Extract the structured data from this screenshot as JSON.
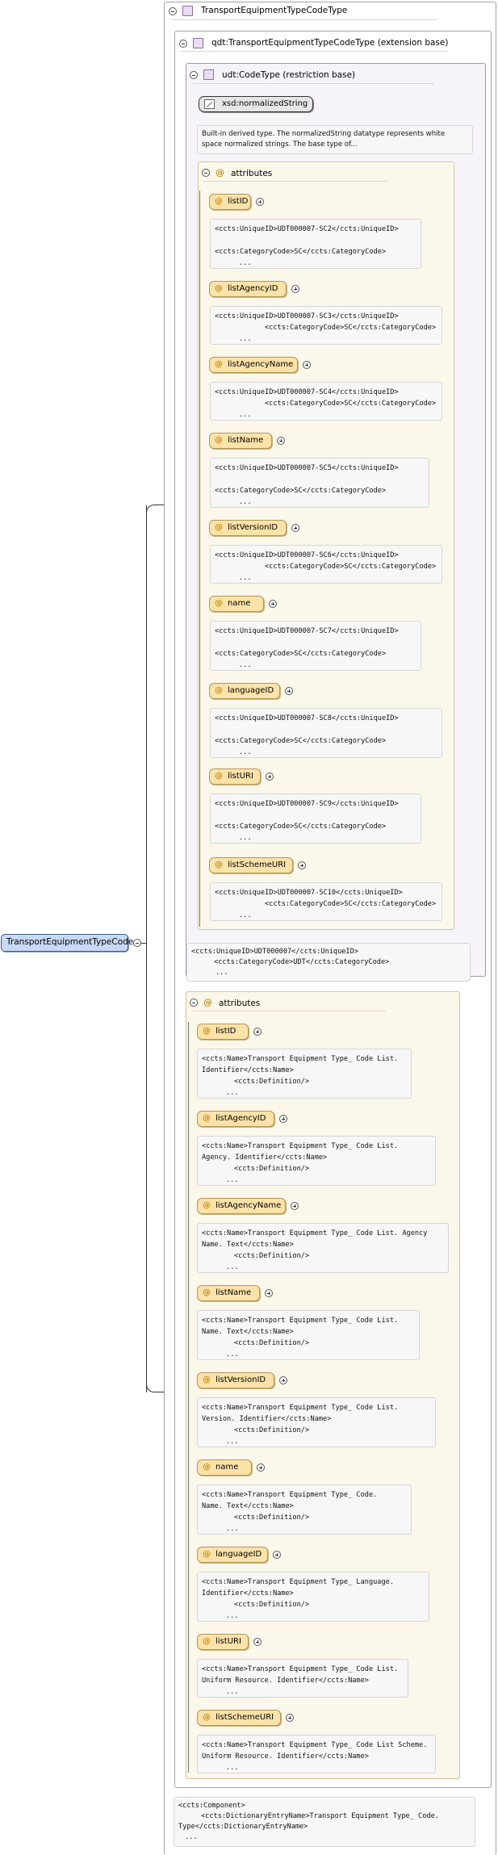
{
  "root_element": {
    "label": "TransportEquipmentTypeCodeType_element",
    "text": "TransportEquipmentTypeCode"
  },
  "complex_type": {
    "title": "TransportEquipmentTypeCodeType"
  },
  "extension": {
    "title": "qdt:TransportEquipmentTypeCodeType (extension base)"
  },
  "restriction": {
    "title": "udt:CodeType (restriction base)"
  },
  "base_type": {
    "label": "xsd:normalizedString",
    "doc": [
      "Built-in derived type. The normalizedString datatype represents white",
      "space normalized strings. The base type of..."
    ]
  },
  "inner_attributes": {
    "title": "attributes",
    "items": [
      {
        "name": "listID",
        "doc": [
          "<ccts:UniqueID>UDT000007-SC2</ccts:UniqueID>",
          "",
          "<ccts:CategoryCode>SC</ccts:CategoryCode>",
          "..."
        ]
      },
      {
        "name": "listAgencyID",
        "doc": [
          "<ccts:UniqueID>UDT000007-SC3</ccts:UniqueID>",
          "<ccts:CategoryCode>SC</ccts:CategoryCode>",
          "..."
        ]
      },
      {
        "name": "listAgencyName",
        "doc": [
          "<ccts:UniqueID>UDT000007-SC4</ccts:UniqueID>",
          "<ccts:CategoryCode>SC</ccts:CategoryCode>",
          "..."
        ]
      },
      {
        "name": "listName",
        "doc": [
          "<ccts:UniqueID>UDT000007-SC5</ccts:UniqueID>",
          "",
          "<ccts:CategoryCode>SC</ccts:CategoryCode>",
          "..."
        ]
      },
      {
        "name": "listVersionID",
        "doc": [
          "<ccts:UniqueID>UDT000007-SC6</ccts:UniqueID>",
          "<ccts:CategoryCode>SC</ccts:CategoryCode>",
          "..."
        ]
      },
      {
        "name": "name",
        "doc": [
          "<ccts:UniqueID>UDT000007-SC7</ccts:UniqueID>",
          "",
          "<ccts:CategoryCode>SC</ccts:CategoryCode>",
          "..."
        ]
      },
      {
        "name": "languageID",
        "doc": [
          "<ccts:UniqueID>UDT000007-SC8</ccts:UniqueID>",
          "",
          "<ccts:CategoryCode>SC</ccts:CategoryCode>",
          "..."
        ]
      },
      {
        "name": "listURI",
        "doc": [
          "<ccts:UniqueID>UDT000007-SC9</ccts:UniqueID>",
          "",
          "<ccts:CategoryCode>SC</ccts:CategoryCode>",
          "..."
        ]
      },
      {
        "name": "listSchemeURI",
        "doc": [
          "<ccts:UniqueID>UDT000007-SC10</ccts:UniqueID>",
          "<ccts:CategoryCode>SC</ccts:CategoryCode>",
          "..."
        ]
      }
    ]
  },
  "restriction_doc": [
    "<ccts:UniqueID>UDT000007</ccts:UniqueID>",
    "<ccts:CategoryCode>UDT</ccts:CategoryCode>",
    "..."
  ],
  "outer_attributes": {
    "title": "attributes",
    "items": [
      {
        "name": "listID",
        "doc": [
          "<ccts:Name>Transport Equipment Type_ Code List.",
          "Identifier</ccts:Name>",
          "<ccts:Definition/>",
          "..."
        ]
      },
      {
        "name": "listAgencyID",
        "doc": [
          "<ccts:Name>Transport Equipment Type_ Code List.",
          "Agency. Identifier</ccts:Name>",
          "<ccts:Definition/>",
          "..."
        ]
      },
      {
        "name": "listAgencyName",
        "doc": [
          "<ccts:Name>Transport Equipment Type_ Code List. Agency",
          "Name. Text</ccts:Name>",
          "<ccts:Definition/>",
          "..."
        ]
      },
      {
        "name": "listName",
        "doc": [
          "<ccts:Name>Transport Equipment Type_ Code List.",
          "Name. Text</ccts:Name>",
          "<ccts:Definition/>",
          "..."
        ]
      },
      {
        "name": "listVersionID",
        "doc": [
          "<ccts:Name>Transport Equipment Type_ Code List.",
          "Version. Identifier</ccts:Name>",
          "<ccts:Definition/>",
          "..."
        ]
      },
      {
        "name": "name",
        "doc": [
          "<ccts:Name>Transport Equipment Type_ Code.",
          "Name. Text</ccts:Name>",
          "<ccts:Definition/>",
          "..."
        ]
      },
      {
        "name": "languageID",
        "doc": [
          "<ccts:Name>Transport Equipment Type_ Language.",
          "Identifier</ccts:Name>",
          "<ccts:Definition/>",
          "..."
        ]
      },
      {
        "name": "listURI",
        "doc": [
          "<ccts:Name>Transport Equipment Type_ Code List.",
          "Uniform Resource. Identifier</ccts:Name>",
          "..."
        ]
      },
      {
        "name": "listSchemeURI",
        "doc": [
          "<ccts:Name>Transport Equipment Type_ Code List Scheme.",
          "Uniform Resource. Identifier</ccts:Name>",
          "..."
        ]
      }
    ]
  },
  "type_doc": [
    "<ccts:Component>",
    "<ccts:DictionaryEntryName>Transport Equipment Type_ Code.",
    "Type</ccts:DictionaryEntryName>",
    "..."
  ]
}
